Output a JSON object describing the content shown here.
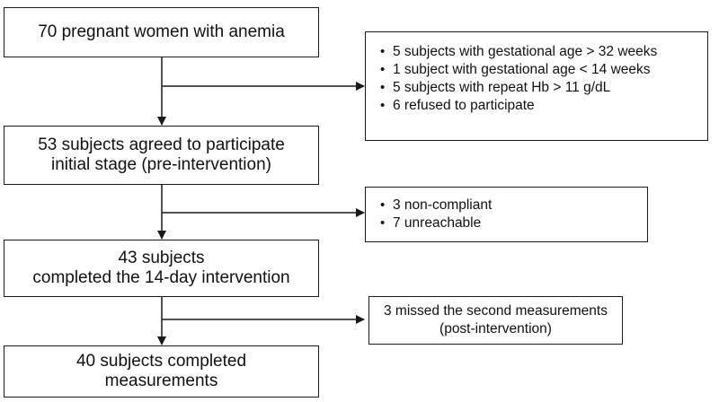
{
  "main_boxes": [
    {
      "lines": [
        "70 pregnant women with anemia"
      ]
    },
    {
      "lines": [
        "53 subjects agreed to participate",
        "initial stage (pre-intervention)"
      ]
    },
    {
      "lines": [
        "43 subjects",
        "completed the 14-day intervention"
      ]
    },
    {
      "lines": [
        "40 subjects completed",
        "measurements"
      ]
    }
  ],
  "exclusion_boxes": [
    {
      "items": [
        "5 subjects with gestational age > 32 weeks",
        "1 subject with gestational age < 14 weeks",
        "5 subjects with repeat Hb > 11 g/dL",
        "6 refused to participate"
      ]
    },
    {
      "items": [
        "3 non-compliant",
        "7 unreachable"
      ]
    },
    {
      "lines": [
        "3 missed the second measurements",
        "(post-intervention)"
      ]
    }
  ]
}
